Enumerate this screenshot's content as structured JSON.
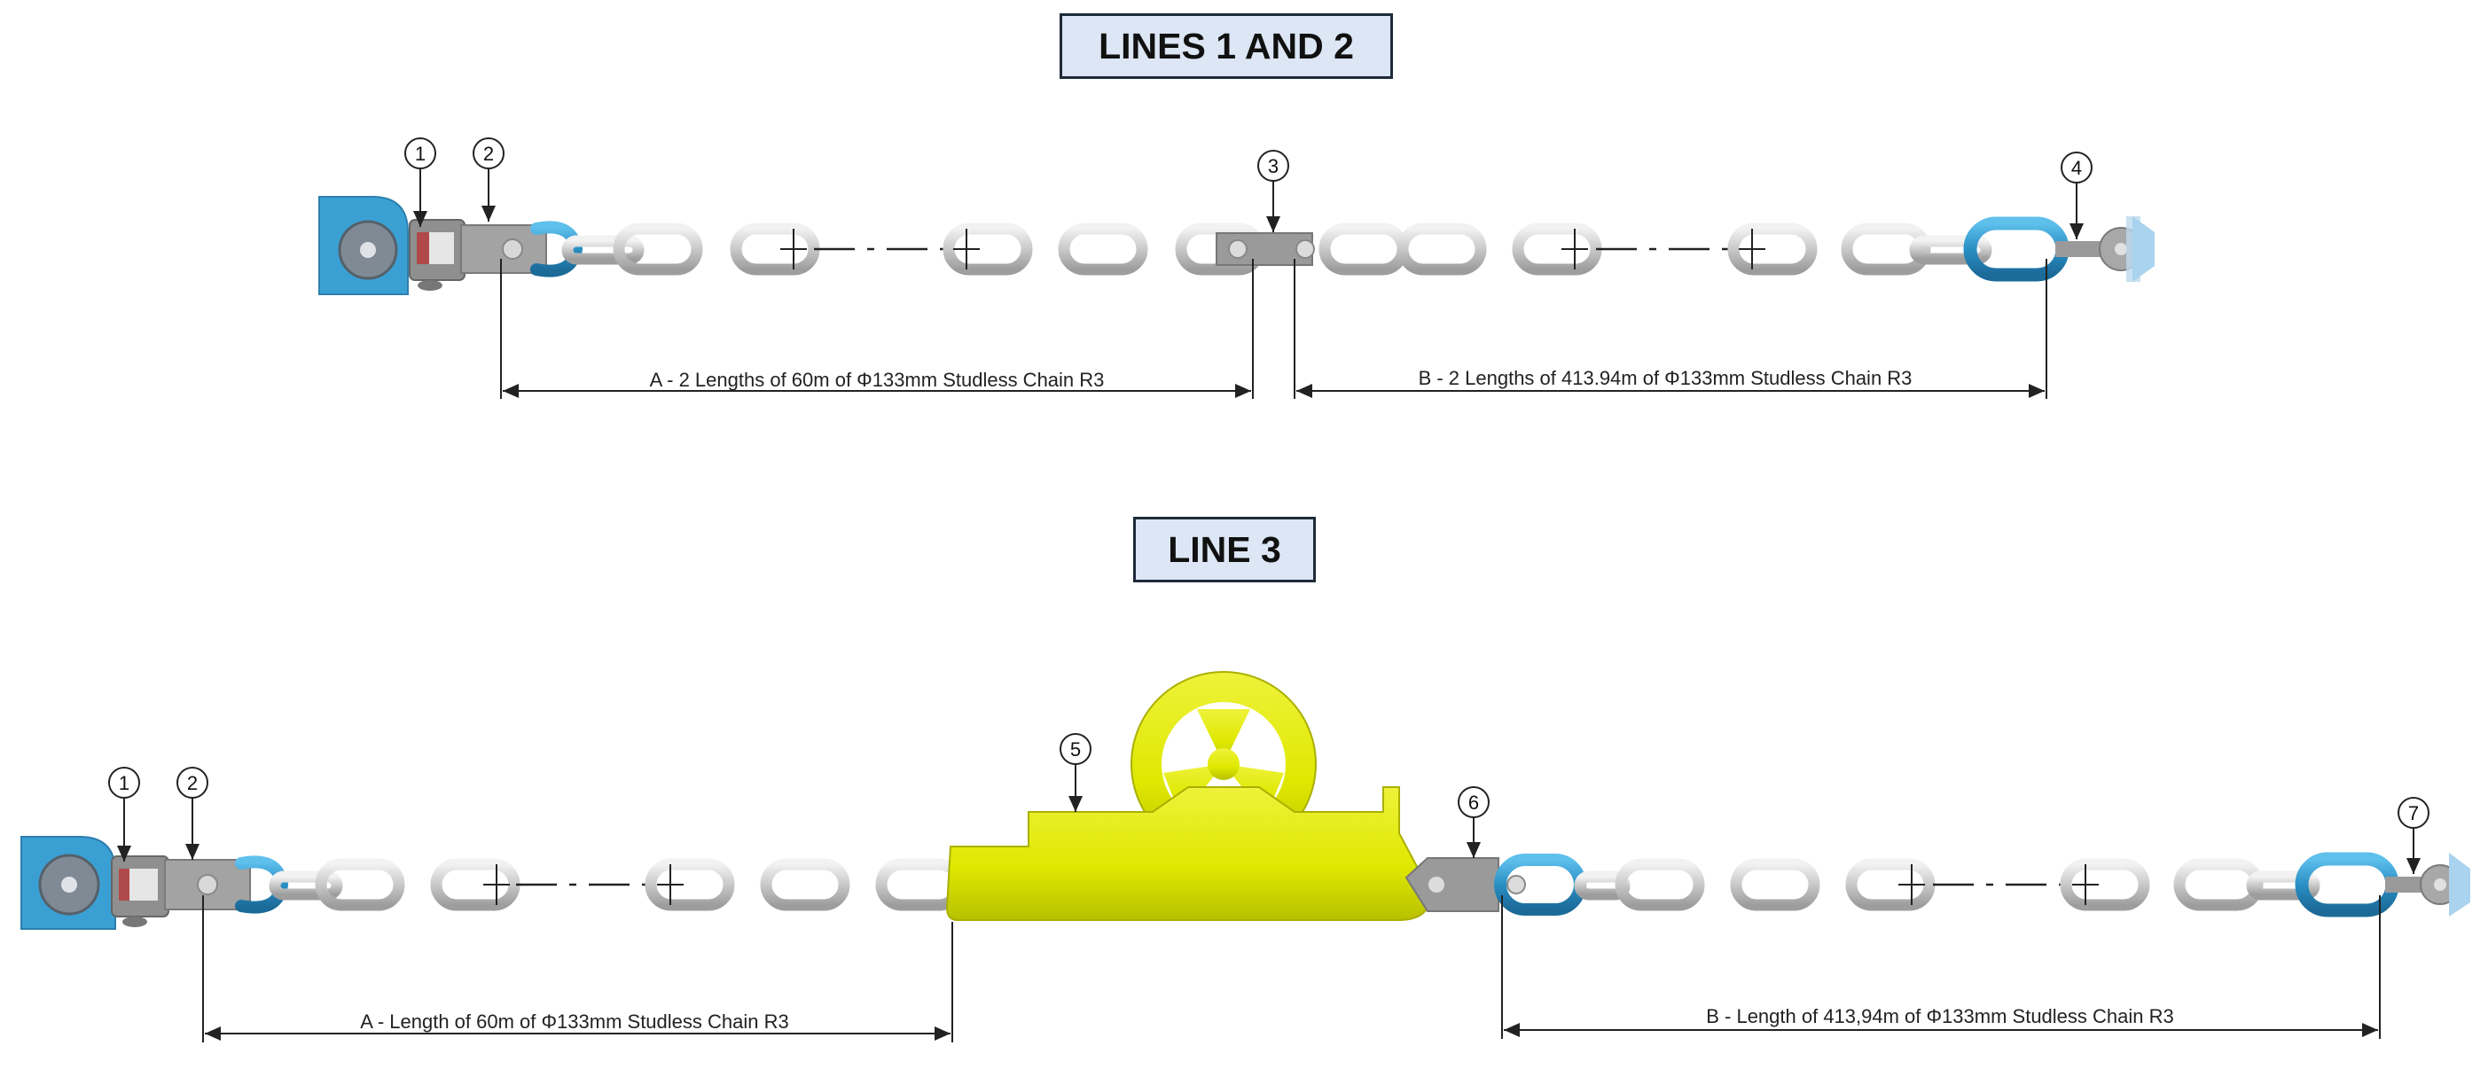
{
  "titles": {
    "lines12": "LINES 1 AND 2",
    "line3": "LINE 3"
  },
  "callouts": {
    "lines12": [
      "1",
      "2",
      "3",
      "4"
    ],
    "line3": [
      "1",
      "2",
      "5",
      "6",
      "7"
    ]
  },
  "dimensions": {
    "lines12_a": "A - 2 Lengths of 60m of Φ133mm Studless Chain R3",
    "lines12_b": "B - 2 Lengths of 413.94m of Φ133mm Studless Chain R3",
    "line3_a": "A - Length of 60m of Φ133mm Studless Chain R3",
    "line3_b": "B - Length of 413,94m of Φ133mm Studless Chain R3"
  },
  "colors": {
    "fairlead_blue": "#3aa0d4",
    "connector_blue": "#2a8fc4",
    "chain_grey": "#c8c8c8",
    "shackle_grey": "#9a9a9a",
    "buoy_yellow": "#dfe800",
    "title_fill": "#dce6f4"
  }
}
